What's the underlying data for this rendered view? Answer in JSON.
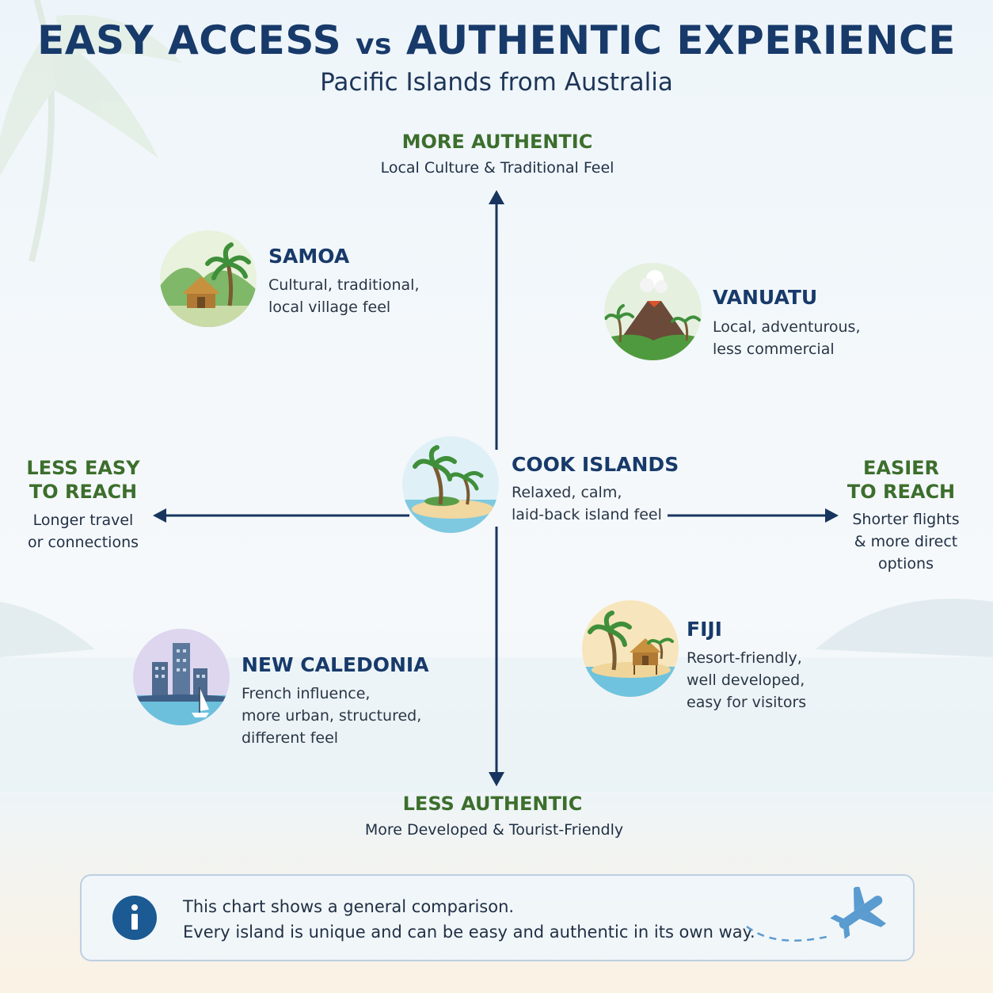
{
  "header": {
    "title_part1": "EASY ACCESS",
    "title_vs": "vs",
    "title_part2": "AUTHENTIC EXPERIENCE",
    "subtitle": "Pacific Islands from Australia"
  },
  "axes": {
    "top": {
      "heading": "MORE AUTHENTIC",
      "sub": "Local Culture & Traditional Feel"
    },
    "bottom": {
      "heading": "LESS AUTHENTIC",
      "sub": "More Developed & Tourist-Friendly"
    },
    "left": {
      "heading_line1": "LESS EASY",
      "heading_line2": "TO REACH",
      "sub_line1": "Longer travel",
      "sub_line2": "or connections"
    },
    "right": {
      "heading_line1": "EASIER",
      "heading_line2": "TO REACH",
      "sub_line1": "Shorter flights",
      "sub_line2": "& more direct",
      "sub_line3": "options"
    }
  },
  "islands": {
    "samoa": {
      "name": "SAMOA",
      "desc_line1": "Cultural, traditional,",
      "desc_line2": "local village feel",
      "icon": "hut-palm-icon"
    },
    "vanuatu": {
      "name": "VANUATU",
      "desc_line1": "Local, adventurous,",
      "desc_line2": "less commercial",
      "icon": "volcano-icon"
    },
    "cook_islands": {
      "name": "COOK ISLANDS",
      "desc_line1": "Relaxed, calm,",
      "desc_line2": "laid-back island feel",
      "icon": "palm-island-icon"
    },
    "new_caledonia": {
      "name": "NEW CALEDONIA",
      "desc_line1": "French influence,",
      "desc_line2": "more urban, structured,",
      "desc_line3": "different feel",
      "icon": "city-sailboat-icon"
    },
    "fiji": {
      "name": "FIJI",
      "desc_line1": "Resort-friendly,",
      "desc_line2": "well developed,",
      "desc_line3": "easy for visitors",
      "icon": "beach-bungalow-icon"
    }
  },
  "note": {
    "line1": "This chart shows a general comparison.",
    "line2": "Every island is unique and can be easy and authentic in its own way.",
    "icon": "info-icon",
    "decor_icon": "airplane-icon"
  },
  "colors": {
    "navy": "#173a6a",
    "green": "#3c6e2c",
    "axis": "#17355e",
    "info": "#1b5a93",
    "plane": "#5a9bd0"
  }
}
